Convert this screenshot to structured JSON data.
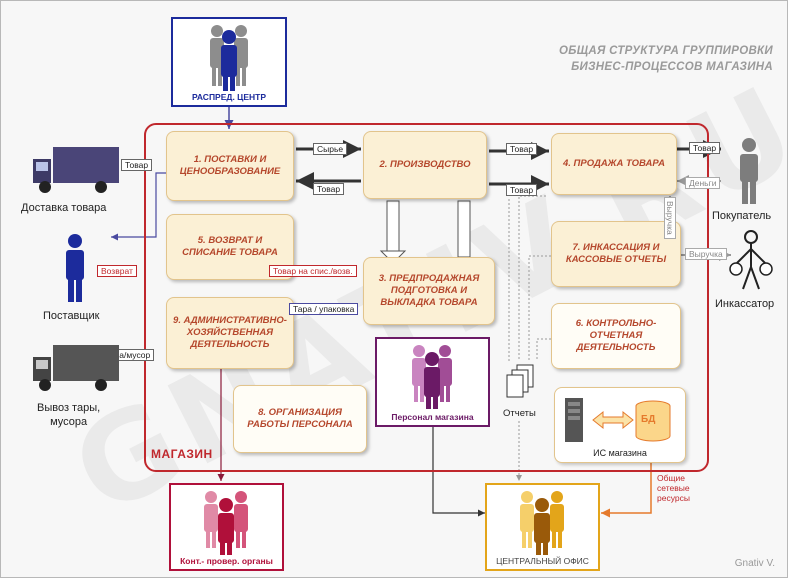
{
  "title": {
    "line1": "ОБЩАЯ СТРУКТУРА ГРУППИРОВКИ",
    "line2": "БИЗНЕС-ПРОЦЕССОВ МАГАЗИНА"
  },
  "shop_label": "МАГАЗИН",
  "processes": {
    "p1": "1. ПОСТАВКИ И ЦЕНООБРАЗОВАНИЕ",
    "p2": "2. ПРОИЗВОДСТВО",
    "p3": "3. ПРЕДПРОДАЖНАЯ ПОДГОТОВКА И ВЫКЛАДКА ТОВАРА",
    "p4": "4. ПРОДАЖА ТОВАРА",
    "p5": "5. ВОЗВРАТ И СПИСАНИЕ ТОВАРА",
    "p6": "6. КОНТРОЛЬНО-ОТЧЕТНАЯ ДЕЯТЕЛЬНОСТЬ",
    "p7": "7. ИНКАССАЦИЯ И КАССОВЫЕ ОТЧЕТЫ",
    "p8": "8. ОРГАНИЗАЦИЯ РАБОТЫ ПЕРСОНАЛА",
    "p9": "9. АДМИНИСТРАТИВНО-ХОЗЯЙСТВЕННАЯ ДЕЯТЕЛЬНОСТЬ"
  },
  "flows": {
    "goods_in": "Товар",
    "raw": "Сырье",
    "goods_1_2": "Товар",
    "goods_2_4a": "Товар",
    "goods_2_4b": "Товар",
    "goods_out": "Товар",
    "money": "Деньги",
    "revenue_v": "Выручка",
    "revenue": "Выручка",
    "return": "Возврат",
    "writeoff": "Товар на спис./возв.",
    "tara": "Тара / упаковка",
    "tara_out": "Тара/мусор"
  },
  "actors": {
    "delivery": "Доставка товара",
    "supplier": "Поставщик",
    "waste_line1": "Вывоз тары,",
    "waste_line2": "мусора",
    "buyer": "Покупатель",
    "collector": "Инкассатор",
    "reports": "Отчеты",
    "is_shop": "ИС магазина",
    "db": "БД",
    "shared_line1": "Общие",
    "shared_line2": "сетевые",
    "shared_line3": "ресурсы"
  },
  "roles": {
    "distribution": "РАСПРЕД. ЦЕНТР",
    "staff": "Персонал магазина",
    "control": "Конт.- провер. органы",
    "central": "ЦЕНТРАЛЬНЫЙ ОФИС"
  },
  "watermark": "GNATIV.RU",
  "author": "Gnativ V.",
  "colors": {
    "shop_border": "#c0282d",
    "process_fill": "#fbf0d5",
    "process_text": "#b5472c",
    "distribution": "#1c2b9c",
    "staff": "#6b1a66",
    "control": "#b0103a",
    "central": "#e3a51a",
    "shared_link": "#e57a2c"
  }
}
